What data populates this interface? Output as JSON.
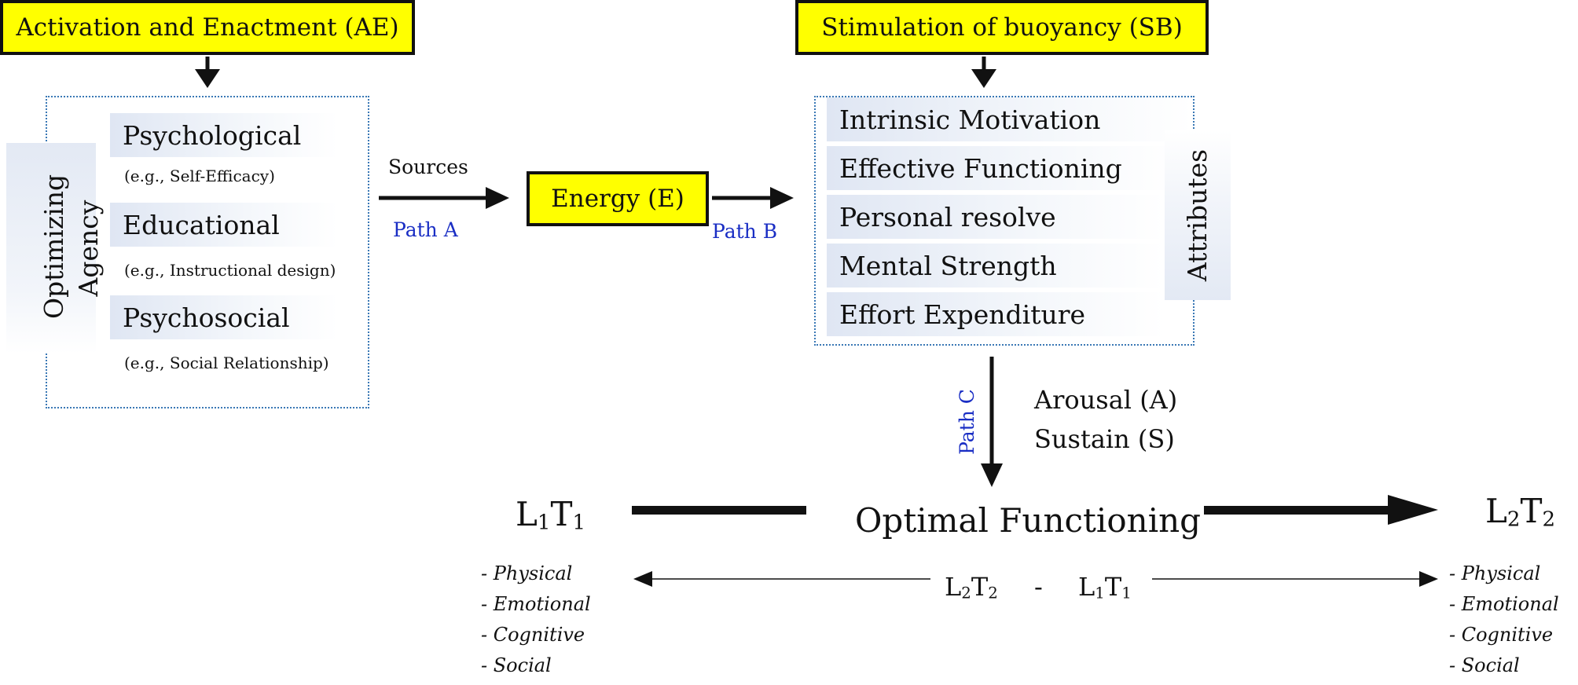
{
  "ae_box": {
    "label": "Activation and Enactment (AE)"
  },
  "sb_box": {
    "label": "Stimulation of buoyancy (SB)"
  },
  "energy_box": {
    "label": "Energy (E)"
  },
  "agency": {
    "side_label": "Optimizing Agency",
    "items": [
      {
        "title": "Psychological",
        "example": "(e.g., Self-Efficacy)"
      },
      {
        "title": "Educational",
        "example": "(e.g., Instructional design)"
      },
      {
        "title": "Psychosocial",
        "example": "(e.g., Social Relationship)"
      }
    ]
  },
  "sources_label": "Sources",
  "path_a": "Path A",
  "path_b": "Path B",
  "path_c": "Path C",
  "attributes": {
    "side_label": "Attributes",
    "items": [
      "Intrinsic Motivation",
      "Effective Functioning",
      "Personal resolve",
      "Mental Strength",
      "Effort Expenditure"
    ]
  },
  "arousal_label": "Arousal (A)",
  "sustain_label": "Sustain (S)",
  "optimal_label": "Optimal Functioning",
  "l1t1": {
    "letter1": "L",
    "sub1": "1",
    "letter2": "T",
    "sub2": "1"
  },
  "l2t2": {
    "letter1": "L",
    "sub1": "2",
    "letter2": "T",
    "sub2": "2"
  },
  "difference": {
    "left": {
      "letter1": "L",
      "sub1": "2",
      "letter2": "T",
      "sub2": "2"
    },
    "minus": "-",
    "right": {
      "letter1": "L",
      "sub1": "1",
      "letter2": "T",
      "sub2": "1"
    }
  },
  "domains_left": [
    "- Physical",
    "- Emotional",
    "- Cognitive",
    "- Social"
  ],
  "domains_right": [
    "- Physical",
    "- Emotional",
    "- Cognitive",
    "- Social"
  ]
}
